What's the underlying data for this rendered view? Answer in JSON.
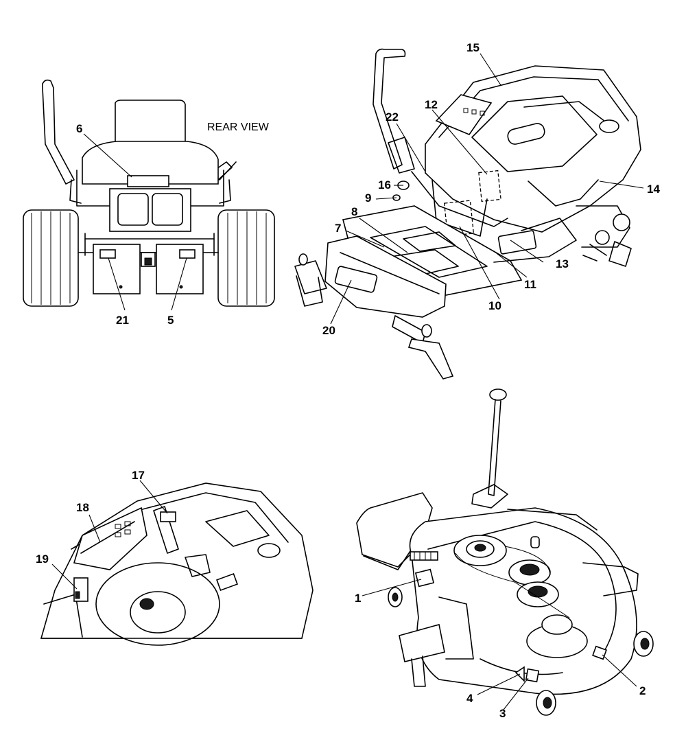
{
  "captions": {
    "rear_view": "REAR VIEW"
  },
  "callouts": [
    {
      "id": "c1",
      "label": "1"
    },
    {
      "id": "c2",
      "label": "2"
    },
    {
      "id": "c3",
      "label": "3"
    },
    {
      "id": "c4",
      "label": "4"
    },
    {
      "id": "c5",
      "label": "5"
    },
    {
      "id": "c6",
      "label": "6"
    },
    {
      "id": "c7",
      "label": "7"
    },
    {
      "id": "c8",
      "label": "8"
    },
    {
      "id": "c9",
      "label": "9"
    },
    {
      "id": "c10",
      "label": "10"
    },
    {
      "id": "c11",
      "label": "11"
    },
    {
      "id": "c12",
      "label": "12"
    },
    {
      "id": "c13",
      "label": "13"
    },
    {
      "id": "c14",
      "label": "14"
    },
    {
      "id": "c15",
      "label": "15"
    },
    {
      "id": "c16",
      "label": "16"
    },
    {
      "id": "c17",
      "label": "17"
    },
    {
      "id": "c18",
      "label": "18"
    },
    {
      "id": "c19",
      "label": "19"
    },
    {
      "id": "c20",
      "label": "20"
    },
    {
      "id": "c21",
      "label": "21"
    },
    {
      "id": "c22",
      "label": "22"
    }
  ]
}
